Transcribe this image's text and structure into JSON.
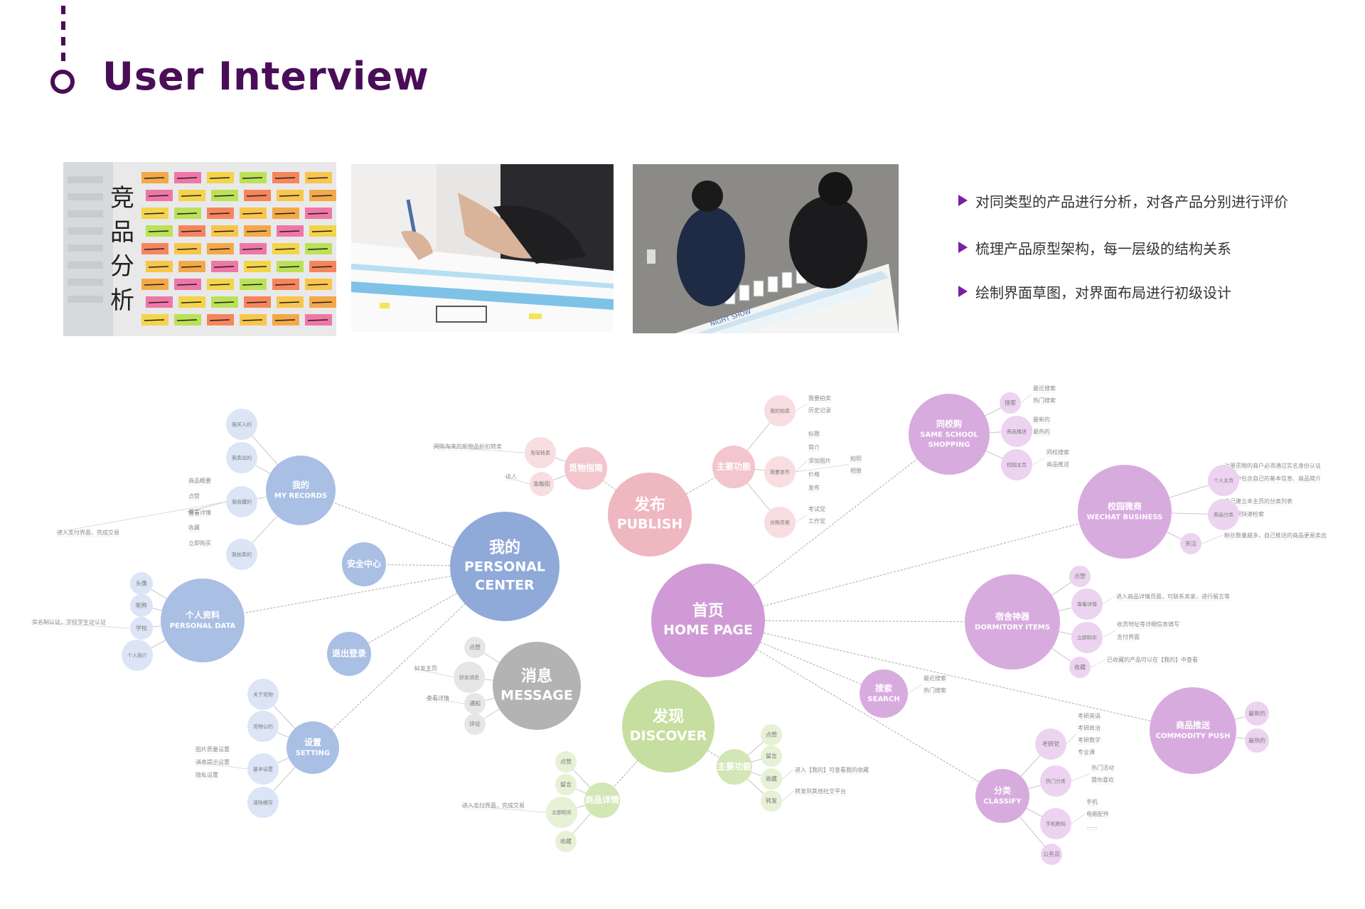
{
  "header": {
    "title": "User Interview"
  },
  "photos": [
    {
      "name": "sticky-notes-wall-photo",
      "caption_chars": [
        "竞",
        "品",
        "分",
        "析"
      ]
    },
    {
      "name": "sketching-photo"
    },
    {
      "name": "team-floor-photo",
      "floor_label": "NIGHT SHOW"
    }
  ],
  "bullets": [
    "对同类型的产品进行分析，对各产品分别进行评价",
    "梳理产品原型架构，每一层级的结构关系",
    "绘制界面草图，对界面布局进行初级设计"
  ],
  "colors": {
    "accent": "#4a0d57",
    "bullet": "#7b1fa2",
    "blue": "#8faad8",
    "pink": "#f0b9c0",
    "purple": "#cf9dd6",
    "grey": "#b5b5b5",
    "green": "#c9dfa5"
  },
  "mindmap": {
    "nodes": [
      {
        "id": "personal",
        "label": [
          "我的",
          "PERSONAL",
          "CENTER"
        ],
        "tier": "main",
        "color": "blue",
        "parent": null
      },
      {
        "id": "publish",
        "label": [
          "发布",
          "PUBLISH"
        ],
        "tier": "main",
        "color": "pink",
        "parent": null
      },
      {
        "id": "home",
        "label": [
          "首页",
          "HOME PAGE"
        ],
        "tier": "main",
        "color": "purple",
        "parent": null
      },
      {
        "id": "message",
        "label": [
          "消息",
          "MESSAGE"
        ],
        "tier": "main",
        "color": "grey",
        "parent": null
      },
      {
        "id": "discover",
        "label": [
          "发现",
          "DISCOVER"
        ],
        "tier": "main",
        "color": "green",
        "parent": null
      },
      {
        "id": "records",
        "label": [
          "我的",
          "MY RECORDS"
        ],
        "tier": "sub",
        "color": "blue",
        "parent": "personal"
      },
      {
        "id": "security",
        "label": [
          "安全中心"
        ],
        "tier": "sub",
        "color": "blue",
        "parent": "personal"
      },
      {
        "id": "pdata",
        "label": [
          "个人资料",
          "PERSONAL DATA"
        ],
        "tier": "sub",
        "color": "blue",
        "parent": "personal"
      },
      {
        "id": "logout",
        "label": [
          "退出登录"
        ],
        "tier": "sub",
        "color": "blue",
        "parent": "personal"
      },
      {
        "id": "setting",
        "label": [
          "设置",
          "SETTING"
        ],
        "tier": "sub",
        "color": "blue",
        "parent": "personal"
      },
      {
        "id": "r1",
        "label": [
          "我买入的"
        ],
        "tier": "leaf",
        "color": "blue",
        "parent": "records"
      },
      {
        "id": "r2",
        "label": [
          "我卖出的"
        ],
        "tier": "leaf",
        "color": "blue",
        "parent": "records"
      },
      {
        "id": "r3",
        "label": [
          "我收藏的"
        ],
        "tier": "leaf",
        "color": "blue",
        "parent": "records"
      },
      {
        "id": "r4",
        "label": [
          "我拍卖的"
        ],
        "tier": "leaf",
        "color": "blue",
        "parent": "records"
      },
      {
        "id": "pd1",
        "label": [
          "头像"
        ],
        "tier": "leaf",
        "color": "blue",
        "parent": "pdata"
      },
      {
        "id": "pd2",
        "label": [
          "昵称"
        ],
        "tier": "leaf",
        "color": "blue",
        "parent": "pdata"
      },
      {
        "id": "pd3",
        "label": [
          "学校"
        ],
        "tier": "leaf",
        "color": "blue",
        "parent": "pdata"
      },
      {
        "id": "pd4",
        "label": [
          "个人简介"
        ],
        "tier": "leaf",
        "color": "blue",
        "parent": "pdata"
      },
      {
        "id": "s1",
        "label": [
          "关于觅物"
        ],
        "tier": "leaf",
        "color": "blue",
        "parent": "setting"
      },
      {
        "id": "s2",
        "label": [
          "觅物公约"
        ],
        "tier": "leaf",
        "color": "blue",
        "parent": "setting"
      },
      {
        "id": "s3",
        "label": [
          "基本设置"
        ],
        "tier": "leaf",
        "color": "blue",
        "parent": "setting"
      },
      {
        "id": "s4",
        "label": [
          "清除缓存"
        ],
        "tier": "leaf",
        "color": "blue",
        "parent": "setting"
      },
      {
        "id": "guide",
        "label": [
          "觅物指南"
        ],
        "tier": "sub",
        "color": "pink",
        "parent": "publish"
      },
      {
        "id": "pfunc",
        "label": [
          "主要功能"
        ],
        "tier": "sub",
        "color": "pink",
        "parent": "publish"
      },
      {
        "id": "g1",
        "label": [
          "淘宝转卖"
        ],
        "tier": "leaf",
        "color": "pink",
        "parent": "guide"
      },
      {
        "id": "g2",
        "label": [
          "金融街"
        ],
        "tier": "leaf",
        "color": "pink",
        "parent": "guide"
      },
      {
        "id": "f1",
        "label": [
          "我的拍卖"
        ],
        "tier": "leaf",
        "color": "pink",
        "parent": "pfunc"
      },
      {
        "id": "f2",
        "label": [
          "我要发布"
        ],
        "tier": "leaf",
        "color": "pink",
        "parent": "pfunc"
      },
      {
        "id": "f3",
        "label": [
          "合租房屋"
        ],
        "tier": "leaf",
        "color": "pink",
        "parent": "pfunc"
      },
      {
        "id": "m1",
        "label": [
          "点赞"
        ],
        "tier": "leaf",
        "color": "grey",
        "parent": "message"
      },
      {
        "id": "m2",
        "label": [
          "好友消息"
        ],
        "tier": "leaf",
        "color": "grey",
        "parent": "message"
      },
      {
        "id": "m3",
        "label": [
          "通知"
        ],
        "tier": "leaf",
        "color": "grey",
        "parent": "message"
      },
      {
        "id": "m4",
        "label": [
          "评论"
        ],
        "tier": "leaf",
        "color": "grey",
        "parent": "message"
      },
      {
        "id": "dfunc",
        "label": [
          "主要功能"
        ],
        "tier": "sub",
        "color": "green",
        "parent": "discover"
      },
      {
        "id": "ddetail",
        "label": [
          "商品详情"
        ],
        "tier": "sub",
        "color": "green",
        "parent": "discover"
      },
      {
        "id": "d1",
        "label": [
          "点赞"
        ],
        "tier": "leaf",
        "color": "green",
        "parent": "dfunc"
      },
      {
        "id": "d2",
        "label": [
          "留言"
        ],
        "tier": "leaf",
        "color": "green",
        "parent": "dfunc"
      },
      {
        "id": "d3",
        "label": [
          "收藏"
        ],
        "tier": "leaf",
        "color": "green",
        "parent": "dfunc"
      },
      {
        "id": "d4",
        "label": [
          "转发"
        ],
        "tier": "leaf",
        "color": "green",
        "parent": "dfunc"
      },
      {
        "id": "dd1",
        "label": [
          "点赞"
        ],
        "tier": "leaf",
        "color": "green",
        "parent": "ddetail"
      },
      {
        "id": "dd2",
        "label": [
          "留言"
        ],
        "tier": "leaf",
        "color": "green",
        "parent": "ddetail"
      },
      {
        "id": "dd3",
        "label": [
          "立即购买"
        ],
        "tier": "leaf",
        "color": "green",
        "parent": "ddetail"
      },
      {
        "id": "dd4",
        "label": [
          "收藏"
        ],
        "tier": "leaf",
        "color": "green",
        "parent": "ddetail"
      },
      {
        "id": "same",
        "label": [
          "同校购",
          "SAME SCHOOL",
          "SHOPPING"
        ],
        "tier": "sub",
        "color": "purple",
        "parent": "home"
      },
      {
        "id": "wechat",
        "label": [
          "校园微商",
          "WECHAT BUSINESS"
        ],
        "tier": "sub",
        "color": "purple",
        "parent": "home"
      },
      {
        "id": "dorm",
        "label": [
          "宿舍神器",
          "DORMITORY ITEMS"
        ],
        "tier": "sub",
        "color": "purple",
        "parent": "home"
      },
      {
        "id": "search",
        "label": [
          "搜索",
          "SEARCH"
        ],
        "tier": "sub",
        "color": "purple",
        "parent": "home"
      },
      {
        "id": "push",
        "label": [
          "商品推送",
          "COMMODITY PUSH"
        ],
        "tier": "sub",
        "color": "purple",
        "parent": "home"
      },
      {
        "id": "classify",
        "label": [
          "分类",
          "CLASSIFY"
        ],
        "tier": "sub",
        "color": "purple",
        "parent": "home"
      },
      {
        "id": "sa1",
        "label": [
          "搜索"
        ],
        "tier": "leaf",
        "color": "purple",
        "parent": "same"
      },
      {
        "id": "sa2",
        "label": [
          "商品推送"
        ],
        "tier": "leaf",
        "color": "purple",
        "parent": "same"
      },
      {
        "id": "sa3",
        "label": [
          "校园主页"
        ],
        "tier": "leaf",
        "color": "purple",
        "parent": "same"
      },
      {
        "id": "w1",
        "label": [
          "个人主页"
        ],
        "tier": "leaf",
        "color": "purple",
        "parent": "wechat"
      },
      {
        "id": "w2",
        "label": [
          "商品分类"
        ],
        "tier": "leaf",
        "color": "purple",
        "parent": "wechat"
      },
      {
        "id": "w3",
        "label": [
          "关注"
        ],
        "tier": "leaf",
        "color": "purple",
        "parent": "wechat"
      },
      {
        "id": "do1",
        "label": [
          "点赞"
        ],
        "tier": "leaf",
        "color": "purple",
        "parent": "dorm"
      },
      {
        "id": "do2",
        "label": [
          "查看详情"
        ],
        "tier": "leaf",
        "color": "purple",
        "parent": "dorm"
      },
      {
        "id": "do3",
        "label": [
          "立即购买"
        ],
        "tier": "leaf",
        "color": "purple",
        "parent": "dorm"
      },
      {
        "id": "do4",
        "label": [
          "收藏"
        ],
        "tier": "leaf",
        "color": "purple",
        "parent": "dorm"
      },
      {
        "id": "p1",
        "label": [
          "最新的"
        ],
        "tier": "leaf",
        "color": "purple",
        "parent": "push"
      },
      {
        "id": "p2",
        "label": [
          "最热的"
        ],
        "tier": "leaf",
        "color": "purple",
        "parent": "push"
      },
      {
        "id": "c1",
        "label": [
          "考研党"
        ],
        "tier": "leaf",
        "color": "purple",
        "parent": "classify"
      },
      {
        "id": "c2",
        "label": [
          "热门分类"
        ],
        "tier": "leaf",
        "color": "purple",
        "parent": "classify"
      },
      {
        "id": "c3",
        "label": [
          "手机数码"
        ],
        "tier": "leaf",
        "color": "purple",
        "parent": "classify"
      },
      {
        "id": "c4",
        "label": [
          "公务员"
        ],
        "tier": "leaf",
        "color": "purple",
        "parent": "classify"
      }
    ],
    "notes": [
      {
        "parent": "r3",
        "items": [
          "商品概要",
          "点赞",
          "留言",
          "收藏",
          "立即购买"
        ]
      },
      {
        "parent": "r3",
        "items": [
          "查看详情"
        ]
      },
      {
        "parent": "r3",
        "items": [
          "进入支付界面，完成交易"
        ]
      },
      {
        "parent": "pd3",
        "items": [
          "实名制认证，学校学生证认证"
        ]
      },
      {
        "parent": "s3",
        "items": [
          "图片质量设置",
          "消息提示设置",
          "隐私设置"
        ]
      },
      {
        "parent": "g1",
        "items": [
          "网购淘来的新物品折扣转卖"
        ]
      },
      {
        "parent": "g2",
        "items": [
          "达人"
        ]
      },
      {
        "parent": "f1",
        "items": [
          "我要拍卖",
          "历史记录"
        ]
      },
      {
        "parent": "f2",
        "items": [
          "标题",
          "简介",
          "添加图片",
          "价格",
          "发布"
        ]
      },
      {
        "parent": "f2",
        "items": [
          "拍照",
          "相册"
        ]
      },
      {
        "parent": "f3",
        "items": [
          "考试党",
          "工作党"
        ]
      },
      {
        "parent": "m2",
        "items": [
          "好友主页"
        ]
      },
      {
        "parent": "m3",
        "items": [
          "查看详情"
        ]
      },
      {
        "parent": "d3",
        "items": [
          "进入【我的】可查看我的收藏"
        ]
      },
      {
        "parent": "d4",
        "items": [
          "转发到其他社交平台"
        ]
      },
      {
        "parent": "dd3",
        "items": [
          "进入支付界面，完成交易"
        ]
      },
      {
        "parent": "sa1",
        "items": [
          "最近搜索",
          "热门搜索"
        ]
      },
      {
        "parent": "sa2",
        "items": [
          "最新的",
          "最热的"
        ]
      },
      {
        "parent": "sa3",
        "items": [
          "同校搜索",
          "商品推送"
        ]
      },
      {
        "parent": "w1",
        "items": [
          "注册觅物的商户必须通过实名身份认证",
          "主页中包含自己的基本信息、商品简介"
        ]
      },
      {
        "parent": "w2",
        "items": [
          "自己建立本主页的分类列表",
          "关键词快速检索"
        ]
      },
      {
        "parent": "w3",
        "items": [
          "粉丝数量越多，自己推送的商品更易卖出"
        ]
      },
      {
        "parent": "do2",
        "items": [
          "进入商品详情页面，可联系卖家，进行留言等"
        ]
      },
      {
        "parent": "do3",
        "items": [
          "收货地址等详细信息填写",
          "支付界面"
        ]
      },
      {
        "parent": "do4",
        "items": [
          "已收藏的产品可以在【我的】中查看"
        ]
      },
      {
        "parent": "search",
        "items": [
          "最近搜索",
          "热门搜索"
        ]
      },
      {
        "parent": "c1",
        "items": [
          "考研英语",
          "考研政治",
          "考研数学",
          "专业课"
        ]
      },
      {
        "parent": "c2",
        "items": [
          "热门活动",
          "猜你喜欢"
        ]
      },
      {
        "parent": "c3",
        "items": [
          "手机",
          "电脑配件",
          "……"
        ]
      }
    ]
  }
}
